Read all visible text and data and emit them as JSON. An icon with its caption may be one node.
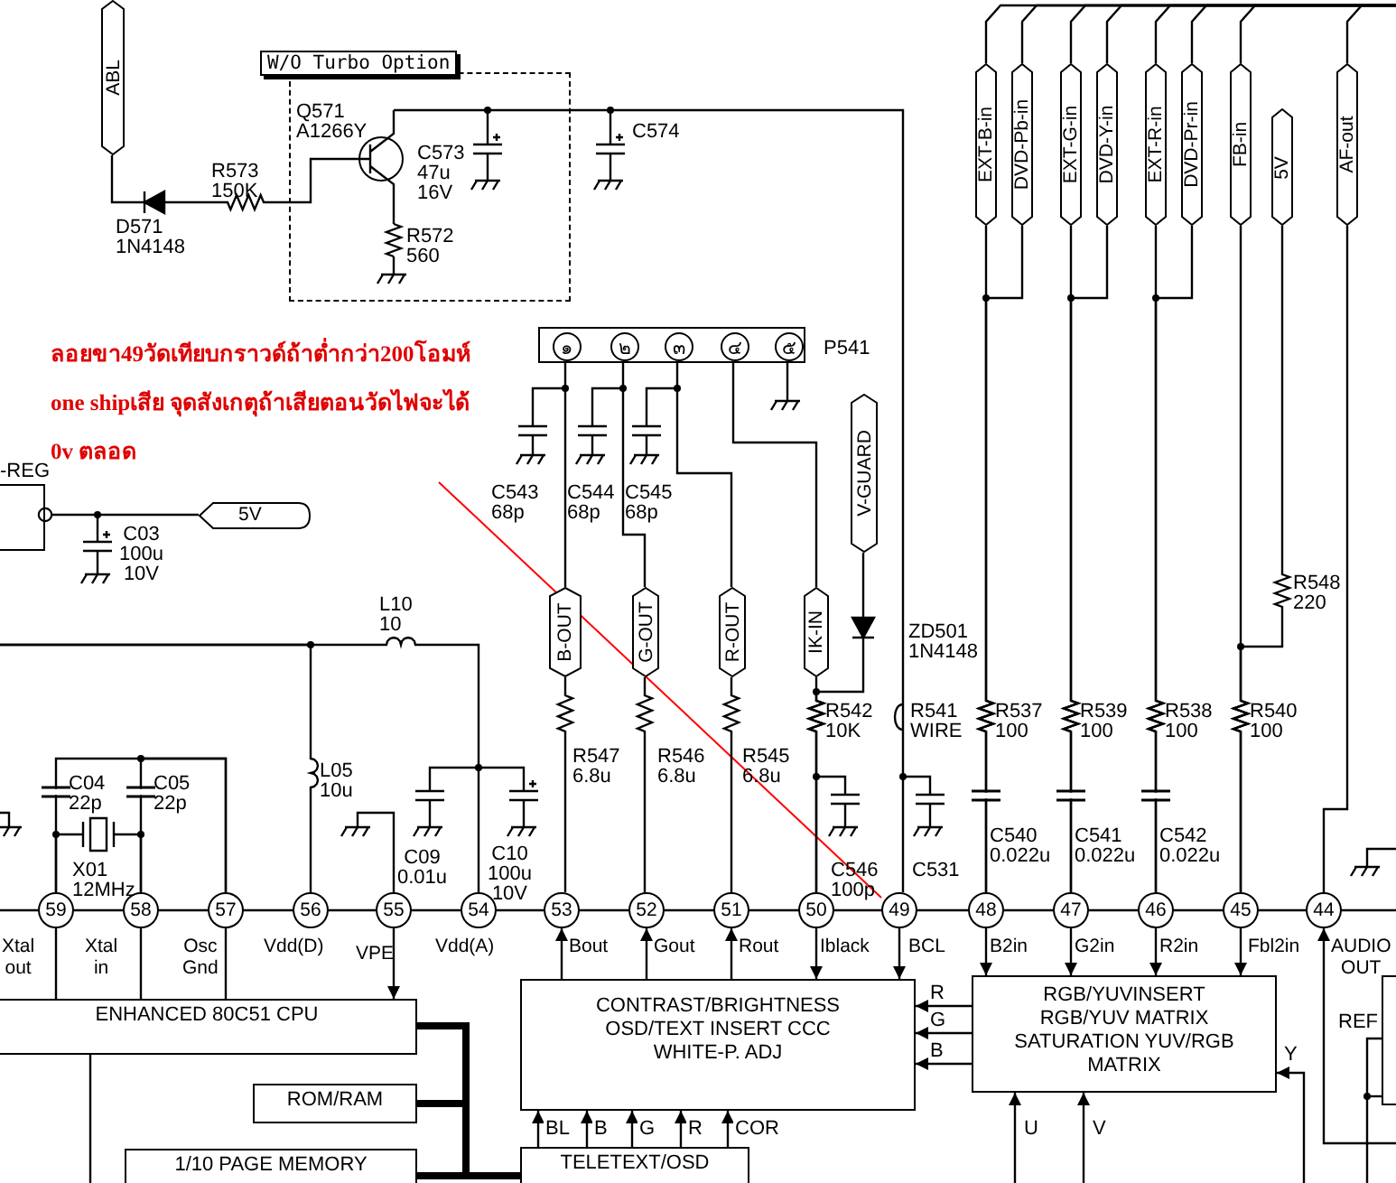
{
  "diagram": {
    "nodes": [
      {
        "text": [
          "W/O Turbo Option"
        ]
      },
      {
        "text": [
          "ABL"
        ]
      },
      {
        "text": [
          "ลอยขา49วัดเทียบกราวด์ถ้าต่ำกว่า200โอมห์ one shipเสีย จุดสังเกตุถ้าเสียตอนวัดไฟจะได้ 0v ตลอด"
        ]
      },
      {
        "text": [],
        "shape": "box",
        "beside": [
          "P541"
        ]
      },
      {
        "text": [
          "๑"
        ],
        "in": 3
      },
      {
        "text": [
          "๒"
        ],
        "in": 3
      },
      {
        "text": [
          "๓"
        ],
        "in": 3
      },
      {
        "text": [
          "๔"
        ],
        "in": 3
      },
      {
        "text": [
          "๕"
        ],
        "in": 3
      },
      {
        "text": [
          "-REG"
        ]
      },
      {
        "text": [
          "5V"
        ]
      },
      {
        "text": [
          "V-GUARD"
        ]
      },
      {
        "text": [
          "B-OUT"
        ]
      },
      {
        "text": [
          "G-OUT"
        ]
      },
      {
        "text": [
          "R-OUT"
        ]
      },
      {
        "text": [
          "IK-IN"
        ]
      },
      {
        "text": [
          "EXT-B-in"
        ]
      },
      {
        "text": [
          "DVD-Pb-in"
        ]
      },
      {
        "text": [
          "EXT-G-in"
        ]
      },
      {
        "text": [
          "DVD-Y-in"
        ]
      },
      {
        "text": [
          "EXT-R-in"
        ]
      },
      {
        "text": [
          "DVD-Pr-in"
        ]
      },
      {
        "text": [
          "FB-in"
        ]
      },
      {
        "text": [
          "5V"
        ]
      },
      {
        "text": [
          "AF-out"
        ]
      },
      {
        "text": [
          "59"
        ],
        "beside": [
          "Xtal out"
        ]
      },
      {
        "text": [
          "58"
        ],
        "beside": [
          "Xtal in"
        ]
      },
      {
        "text": [
          "57"
        ],
        "beside": [
          "Osc Gnd"
        ]
      },
      {
        "text": [
          "56"
        ],
        "beside": [
          "Vdd(D)"
        ]
      },
      {
        "text": [
          "55"
        ],
        "beside": [
          "VPE"
        ]
      },
      {
        "text": [
          "54"
        ],
        "beside": [
          "Vdd(A)"
        ]
      },
      {
        "text": [
          "53"
        ],
        "beside": [
          "Bout"
        ]
      },
      {
        "text": [
          "52"
        ],
        "beside": [
          "Gout"
        ]
      },
      {
        "text": [
          "51"
        ],
        "beside": [
          "Rout"
        ]
      },
      {
        "text": [
          "50"
        ],
        "beside": [
          "Iblack"
        ]
      },
      {
        "text": [
          "49"
        ],
        "beside": [
          "BCL"
        ]
      },
      {
        "text": [
          "48"
        ],
        "beside": [
          "B2in"
        ]
      },
      {
        "text": [
          "47"
        ],
        "beside": [
          "G2in"
        ]
      },
      {
        "text": [
          "46"
        ],
        "beside": [
          "R2in"
        ]
      },
      {
        "text": [
          "45"
        ],
        "beside": [
          "Fbl2in"
        ]
      },
      {
        "text": [
          "44"
        ],
        "beside": [
          "AUDIO OUT"
        ]
      },
      {
        "text": [
          "ENHANCED 80C51 CPU"
        ]
      },
      {
        "text": [
          "ROM/RAM"
        ]
      },
      {
        "text": [
          "1/10 PAGE MEMORY"
        ]
      },
      {
        "text": [
          "CONTRAST/BRIGHTNESS OSD/TEXT INSERT CCC WHITE-P. ADJ"
        ]
      },
      {
        "text": [
          "TELETEXT/OSD"
        ]
      },
      {
        "text": [
          "RGB/YUVINSERT RGB/YUV MATRIX SATURATION YUV/RGB MATRIX"
        ]
      },
      {
        "text": [],
        "shape": "box"
      }
    ],
    "edges": [
      {
        "from": 2,
        "to": 35,
        "arrow": "none",
        "color": "#ff0000"
      },
      {
        "from": 25,
        "to": 41,
        "arrow": "none"
      },
      {
        "from": 26,
        "to": 41,
        "arrow": "none"
      },
      {
        "from": 27,
        "to": 41,
        "arrow": "none"
      },
      {
        "from": 29,
        "to": 41,
        "arrow": "to"
      },
      {
        "from": 44,
        "to": 31,
        "arrow": "to"
      },
      {
        "from": 44,
        "to": 32,
        "arrow": "to"
      },
      {
        "from": 44,
        "to": 33,
        "arrow": "to"
      },
      {
        "from": 34,
        "to": 44,
        "arrow": "to"
      },
      {
        "from": 35,
        "to": 44,
        "arrow": "to"
      },
      {
        "from": 36,
        "to": 46,
        "arrow": "to"
      },
      {
        "from": 37,
        "to": 46,
        "arrow": "to"
      },
      {
        "from": 38,
        "to": 46,
        "arrow": "to"
      },
      {
        "from": 39,
        "to": 46,
        "arrow": "to"
      },
      {
        "from": null,
        "to": 40,
        "arrow": "to"
      },
      {
        "from": 46,
        "to": 44,
        "arrow": "to",
        "label": "R"
      },
      {
        "from": 46,
        "to": 44,
        "arrow": "to",
        "label": "G"
      },
      {
        "from": 46,
        "to": 44,
        "arrow": "to",
        "label": "B"
      },
      {
        "from": 45,
        "to": 44,
        "arrow": "to",
        "label": "BL"
      },
      {
        "from": 45,
        "to": 44,
        "arrow": "to",
        "label": "B"
      },
      {
        "from": 45,
        "to": 44,
        "arrow": "to",
        "label": "G"
      },
      {
        "from": 45,
        "to": 44,
        "arrow": "to",
        "label": "R"
      },
      {
        "from": 45,
        "to": 44,
        "arrow": "to",
        "label": "COR"
      },
      {
        "from": null,
        "to": 46,
        "arrow": "to",
        "label": "U"
      },
      {
        "from": null,
        "to": 46,
        "arrow": "to",
        "label": "V"
      },
      {
        "from": null,
        "to": 46,
        "arrow": "to",
        "label": "Y"
      },
      {
        "from": 41,
        "to": 45,
        "arrow": "none",
        "style": "thick"
      },
      {
        "from": 42,
        "to": 45,
        "arrow": "none",
        "style": "thick"
      },
      {
        "from": 43,
        "to": 45,
        "arrow": "none",
        "style": "thick"
      },
      {
        "from": 4,
        "to": 12,
        "arrow": "none"
      },
      {
        "from": 5,
        "to": 13,
        "arrow": "none"
      },
      {
        "from": 6,
        "to": 14,
        "arrow": "none"
      },
      {
        "from": 7,
        "to": 15,
        "arrow": "none"
      },
      {
        "from": 9,
        "to": 10,
        "arrow": "other"
      },
      {
        "from": 24,
        "to": 40,
        "arrow": "none"
      },
      {
        "from": 0,
        "to": 35,
        "arrow": "none"
      },
      {
        "from": 12,
        "to": 31,
        "arrow": "none"
      },
      {
        "from": 13,
        "to": 32,
        "arrow": "none"
      },
      {
        "from": 14,
        "to": 33,
        "arrow": "none"
      },
      {
        "from": 15,
        "to": 34,
        "arrow": "none"
      },
      {
        "from": 11,
        "to": 34,
        "arrow": "none"
      },
      {
        "from": 16,
        "to": 36,
        "arrow": "none"
      },
      {
        "from": 17,
        "to": 36,
        "arrow": "none"
      },
      {
        "from": 18,
        "to": 37,
        "arrow": "none"
      },
      {
        "from": 19,
        "to": 37,
        "arrow": "none"
      },
      {
        "from": 20,
        "to": 38,
        "arrow": "none"
      },
      {
        "from": 21,
        "to": 38,
        "arrow": "none"
      },
      {
        "from": 22,
        "to": 39,
        "arrow": "none"
      },
      {
        "from": 23,
        "to": 39,
        "arrow": "none"
      },
      {
        "from": 16,
        "to": null,
        "arrow": "none"
      },
      {
        "from": 17,
        "to": null,
        "arrow": "none"
      },
      {
        "from": 18,
        "to": null,
        "arrow": "none"
      },
      {
        "from": 19,
        "to": null,
        "arrow": "none"
      },
      {
        "from": 20,
        "to": null,
        "arrow": "none"
      },
      {
        "from": 21,
        "to": null,
        "arrow": "none"
      },
      {
        "from": 22,
        "to": null,
        "arrow": "none"
      },
      {
        "from": 24,
        "to": null,
        "arrow": "none"
      },
      {
        "from": 1,
        "to": 0,
        "arrow": "none"
      },
      {
        "from": null,
        "to": 28,
        "arrow": "none"
      },
      {
        "from": null,
        "to": 30,
        "arrow": "none"
      },
      {
        "from": 25,
        "to": 26,
        "arrow": "none"
      },
      {
        "from": 25,
        "to": 27,
        "arrow": "none"
      },
      {
        "from": 26,
        "to": 27,
        "arrow": "none"
      }
    ],
    "labels": [
      "Q571 A1266Y",
      "R573 150K",
      "D571 1N4148",
      "C573 47u 16V",
      "R572 560",
      "C574",
      "C543 68p",
      "C544 68p",
      "C545 68p",
      "C03 100u 10V",
      "L10 10",
      "ZD501 1N4148",
      "R548 220",
      "R542 10K",
      "R541 WIRE",
      "R537 100",
      "R539 100",
      "R538 100",
      "R540 100",
      "C04 22p",
      "C05 22p",
      "X01 12MHz",
      "L05 10u",
      "C09 0.01u",
      "C10 100u 10V",
      "R547 6.8u",
      "R546 6.8u",
      "R545 6.8u",
      "C546 100p",
      "C531",
      "C540 0.022u",
      "C541 0.022u",
      "C542 0.022u",
      "REF"
    ]
  }
}
